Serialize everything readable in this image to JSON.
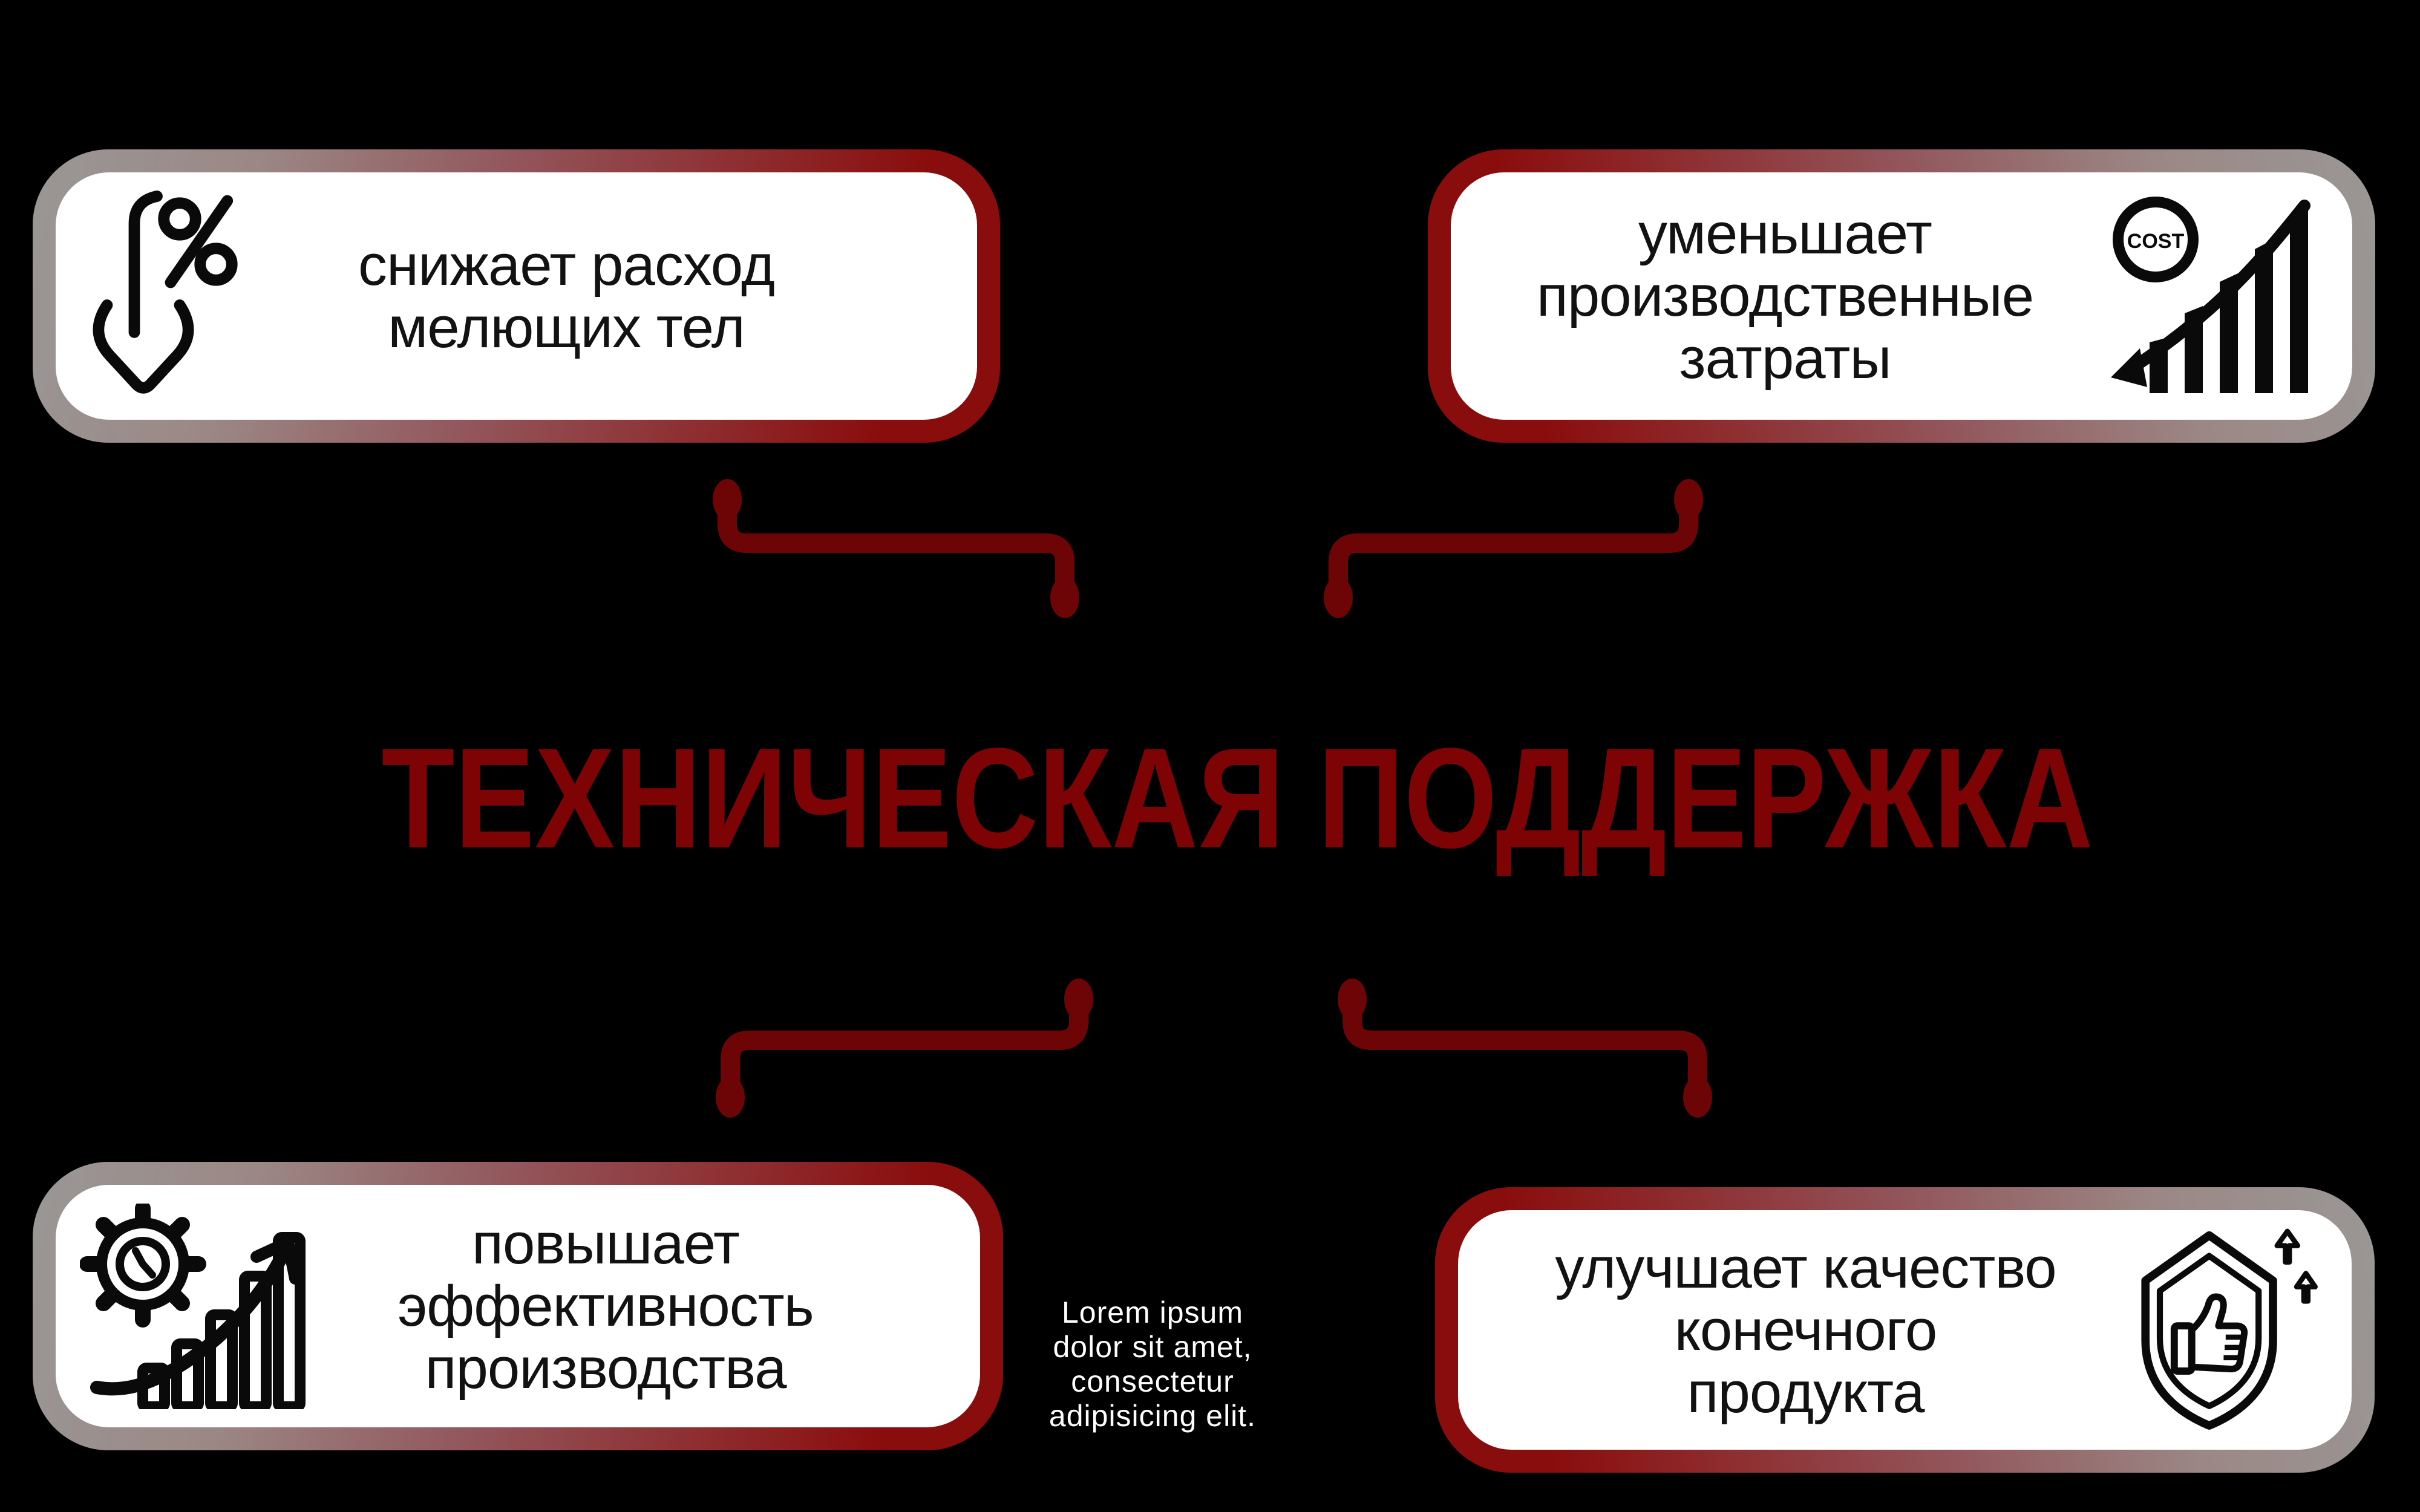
{
  "title": {
    "text": "ТЕХНИЧЕСКАЯ ПОДДЕРЖКА",
    "color": "#7D0305"
  },
  "cards": [
    {
      "position": "top-left",
      "text": "снижает расход\nмелющих тел",
      "icon": "percent-down-arrow-icon"
    },
    {
      "position": "top-right",
      "text": "уменьшает\nпроизводственные\nзатраты",
      "icon": "cost-decrease-icon",
      "icon_label": "COST"
    },
    {
      "position": "bottom-left",
      "text": "повышает\nэффективность\nпроизводства",
      "icon": "efficiency-growth-icon"
    },
    {
      "position": "bottom-right",
      "text": "улучшает качество\nконечного\nпродукта",
      "icon": "quality-shield-icon"
    }
  ],
  "footnote": "Lorem ipsum\ndolor sit amet,\nconsectetur\nadipisicing elit.",
  "colors": {
    "background": "#000000",
    "card_fill": "#FFFFFF",
    "border_gray": "#9A9795",
    "border_mid": "#92555A",
    "border_red": "#8A0D0D",
    "title_red": "#7D0305",
    "connector_red": "#6D0405",
    "icon_black": "#0A0A0A",
    "text_black": "#121212",
    "footnote_white": "#FFFFFF"
  }
}
